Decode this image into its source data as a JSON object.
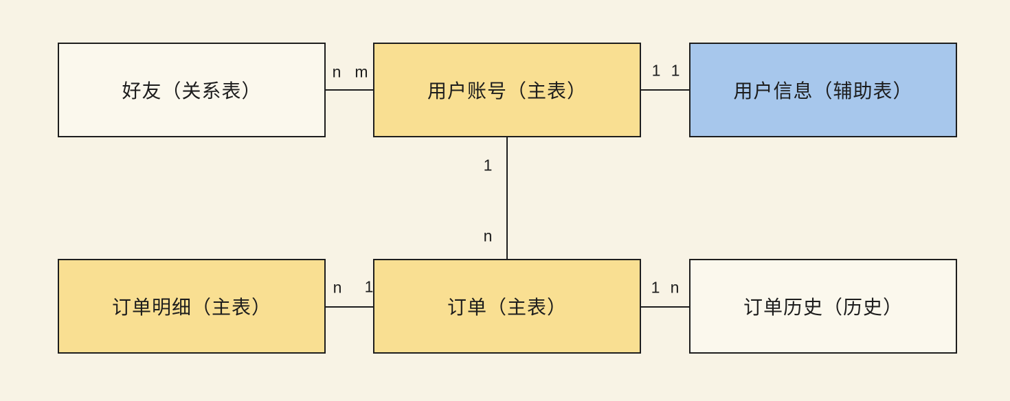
{
  "diagram": {
    "type": "entity-relationship",
    "background": "#F8F3E5",
    "border_color": "#1D1D1D",
    "text_color": "#1D1D1D"
  },
  "colors": {
    "main_table_fill": "#F9DF92",
    "aux_table_fill": "#A7C7EC",
    "plain_table_fill": "#FBF8ED"
  },
  "entities": [
    {
      "id": "friends",
      "label": "好友（关系表）",
      "role": "relation-table",
      "fill": "#FBF8ED"
    },
    {
      "id": "user-account",
      "label": "用户账号（主表）",
      "role": "main-table",
      "fill": "#F9DF92"
    },
    {
      "id": "user-info",
      "label": "用户信息（辅助表）",
      "role": "aux-table",
      "fill": "#A7C7EC"
    },
    {
      "id": "order-detail",
      "label": "订单明细（主表）",
      "role": "main-table",
      "fill": "#F9DF92"
    },
    {
      "id": "order",
      "label": "订单（主表）",
      "role": "main-table",
      "fill": "#F9DF92"
    },
    {
      "id": "order-history",
      "label": "订单历史（历史）",
      "role": "history-table",
      "fill": "#FBF8ED"
    }
  ],
  "relationships": [
    {
      "from": "friends",
      "to": "user-account",
      "from_cardinality": "n",
      "to_cardinality": "m",
      "orientation": "horizontal"
    },
    {
      "from": "user-account",
      "to": "user-info",
      "from_cardinality": "1",
      "to_cardinality": "1",
      "orientation": "horizontal"
    },
    {
      "from": "user-account",
      "to": "order",
      "from_cardinality": "1",
      "to_cardinality": "n",
      "orientation": "vertical"
    },
    {
      "from": "order-detail",
      "to": "order",
      "from_cardinality": "n",
      "to_cardinality": "1",
      "orientation": "horizontal"
    },
    {
      "from": "order",
      "to": "order-history",
      "from_cardinality": "1",
      "to_cardinality": "n",
      "orientation": "horizontal"
    }
  ]
}
